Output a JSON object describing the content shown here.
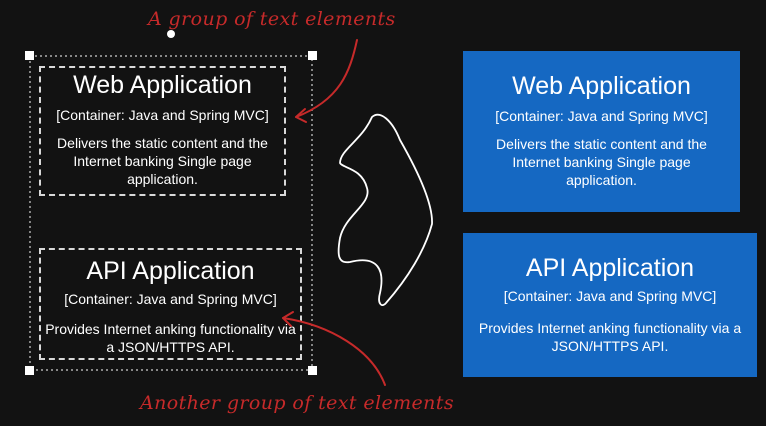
{
  "annotations": {
    "top": "A group of text elements",
    "bottom": "Another group of text elements"
  },
  "left_group": {
    "web": {
      "title": "Web Application",
      "technology": "[Container: Java and Spring MVC]",
      "description": "Delivers the static content and the Internet banking Single page application."
    },
    "api": {
      "title": "API Application",
      "technology": "[Container: Java and Spring MVC]",
      "description": "Provides Internet anking functionality via a JSON/HTTPS API."
    }
  },
  "right_boxes": {
    "web": {
      "title": "Web Application",
      "technology": "[Container: Java and Spring MVC]",
      "description": "Delivers the static content and the Internet banking Single page application."
    },
    "api": {
      "title": "API Application",
      "technology": "[Container: Java and Spring MVC]",
      "description": "Provides Internet anking functionality via a JSON/HTTPS API."
    }
  },
  "colors": {
    "background": "#121212",
    "container_fill": "#1568c2",
    "annotation": "#c62a2a",
    "outline": "#d9d9d9"
  }
}
